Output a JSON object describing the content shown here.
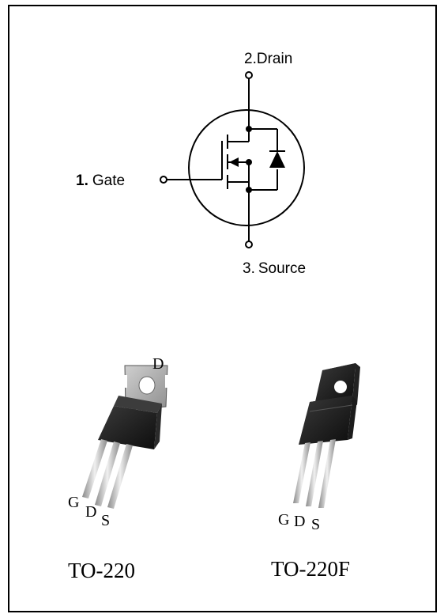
{
  "schematic": {
    "drain_num": "2.",
    "drain_label": "Drain",
    "gate_num": "1.",
    "gate_label": "Gate",
    "source_num": "3.",
    "source_label": "Source"
  },
  "packages": [
    {
      "name": "TO-220",
      "tab_label": "D",
      "pin_g": "G",
      "pin_d": "D",
      "pin_s": "S"
    },
    {
      "name": "TO-220F",
      "pin_g": "G",
      "pin_d": "D",
      "pin_s": "S"
    }
  ],
  "colors": {
    "line": "#000000",
    "body_dark": "#1a1a1a",
    "tab_metal": "#a8a8a8",
    "lead": "#c0c0c0"
  }
}
